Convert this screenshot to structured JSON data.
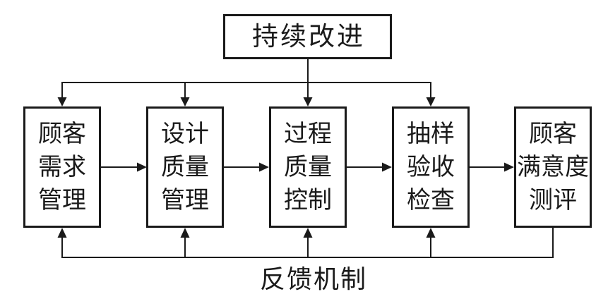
{
  "diagram": {
    "title_node": {
      "label": "持续改进"
    },
    "process_nodes": [
      {
        "id": "customer-requirements-management",
        "lines": [
          "顾客",
          "需求",
          "管理"
        ]
      },
      {
        "id": "design-quality-management",
        "lines": [
          "设计",
          "质量",
          "管理"
        ]
      },
      {
        "id": "process-quality-control",
        "lines": [
          "过程",
          "质量",
          "控制"
        ]
      },
      {
        "id": "sampling-acceptance-inspection",
        "lines": [
          "抽样",
          "验收",
          "检查"
        ]
      },
      {
        "id": "customer-satisfaction-evaluation",
        "lines": [
          "顾客",
          "满意度",
          "测评"
        ]
      }
    ],
    "bottom_label": "反馈机制",
    "flow": {
      "top_to_row": "持续改进 → 顾客需求管理 / 设计质量管理 / 过程质量控制 / 抽样验收检查",
      "sequence": "顾客需求管理 → 设计质量管理 → 过程质量控制 → 抽样验收检查 → 顾客满意度测评",
      "feedback": "顾客满意度测评 → 反馈机制 → 顾客需求管理 / 设计质量管理 / 过程质量控制 / 抽样验收检查"
    }
  },
  "colors": {
    "line": "#1a1a1a",
    "background": "#ffffff",
    "text": "#1a1a1a"
  }
}
